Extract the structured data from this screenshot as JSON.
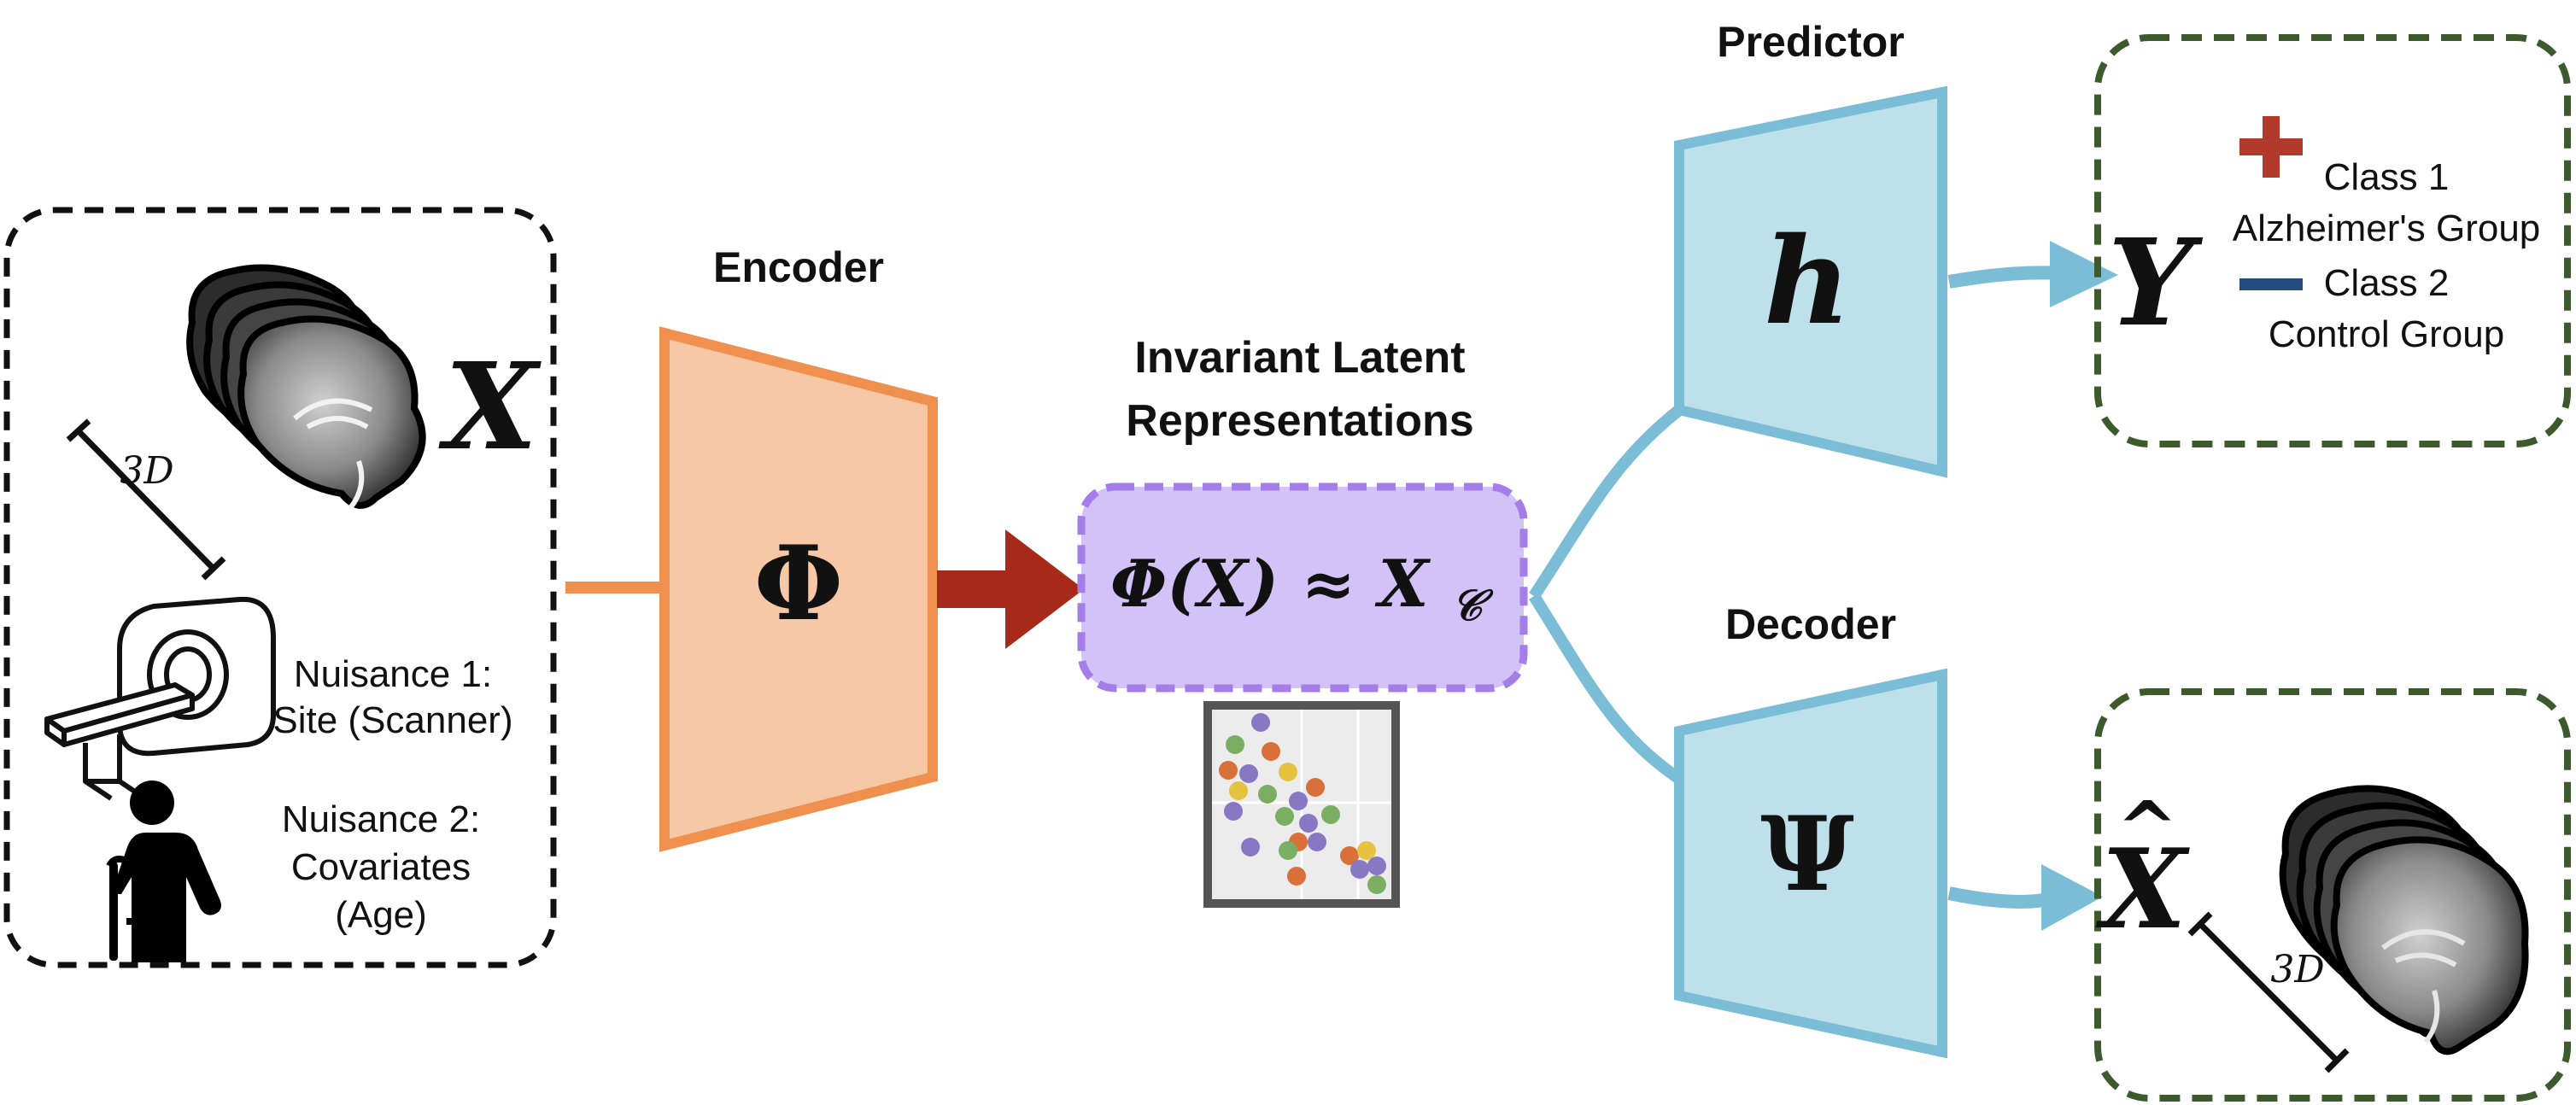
{
  "input_panel": {
    "symbol": "X",
    "depth_label": "3D",
    "nuisance_1_line1": "Nuisance 1:",
    "nuisance_1_line2": "Site (Scanner)",
    "nuisance_2_line1": "Nuisance 2:",
    "nuisance_2_line2": "Covariates",
    "nuisance_2_line3": "(Age)"
  },
  "encoder": {
    "title": "Encoder",
    "symbol": "Φ"
  },
  "latent": {
    "title_line1": "Invariant Latent",
    "title_line2": "Representations",
    "formula_main": "Φ(X) ≈ X",
    "formula_sub": "𝒞"
  },
  "predictor": {
    "title": "Predictor",
    "symbol": "h"
  },
  "decoder": {
    "title": "Decoder",
    "symbol": "Ψ"
  },
  "output_y": {
    "symbol": "Y",
    "class1_line1": "Class 1",
    "class1_line2": "Alzheimer's Group",
    "class2_line1": "Class 2",
    "class2_line2": "Control Group"
  },
  "output_xhat": {
    "symbol": "X",
    "hat": "^",
    "depth_label": "3D"
  },
  "colors": {
    "encoder_fill": "#f6c8a6",
    "encoder_stroke": "#f0904f",
    "latent_fill": "#d2c2f7",
    "latent_stroke": "#a57de8",
    "net_fill": "#bee0ea",
    "net_stroke": "#7bbdd6",
    "red_arrow": "#a6291a",
    "green_dash": "#3c5a2c",
    "class1": "#b23a2a",
    "class2": "#234d80"
  }
}
